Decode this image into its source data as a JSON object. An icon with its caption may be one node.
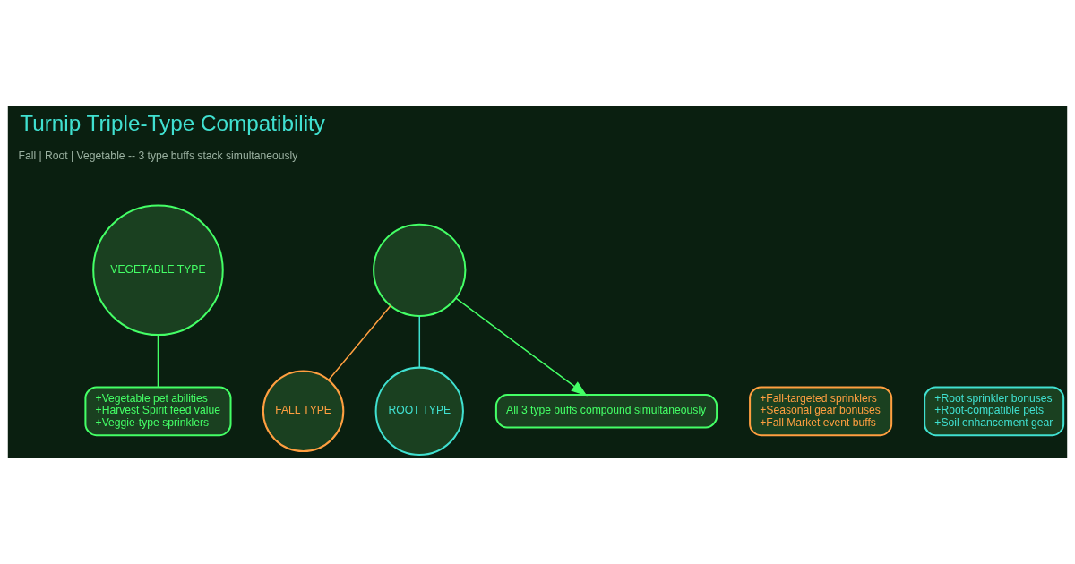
{
  "diagram": {
    "title": "Turnip Triple-Type Compatibility",
    "nodes": [
      {
        "text": [
          "VEGETABLE TYPE"
        ]
      },
      {
        "text": [
          "+Vegetable pet abilities",
          "+Harvest Spirit feed value",
          "+Veggie-type sprinklers"
        ]
      },
      {
        "text": [
          "FALL TYPE"
        ]
      },
      {
        "text": [
          "+Fall-targeted sprinklers",
          "+Seasonal gear bonuses",
          "+Fall Market event buffs"
        ]
      },
      {
        "text": [
          "ROOT TYPE"
        ]
      },
      {
        "text": [],
        "shape": "circle"
      },
      {
        "text": [
          "+Root sprinkler bonuses",
          "+Root-compatible pets",
          "+Soil enhancement gear"
        ]
      },
      {
        "text": [
          "All 3 type buffs compound simultaneously"
        ]
      }
    ],
    "edges": [
      {
        "from": 0,
        "to": 1,
        "arrow": "none",
        "color": "#44ff66"
      },
      {
        "from": 5,
        "to": 2,
        "arrow": "none",
        "color": "#ff9f40"
      },
      {
        "from": 5,
        "to": 4,
        "arrow": "none",
        "color": "#40e0d0"
      },
      {
        "from": 5,
        "to": 7,
        "arrow": "to",
        "color": "#44ff66"
      }
    ],
    "labels": [
      "Fall | Root | Vegetable -- 3 type buffs stack simultaneously"
    ]
  }
}
